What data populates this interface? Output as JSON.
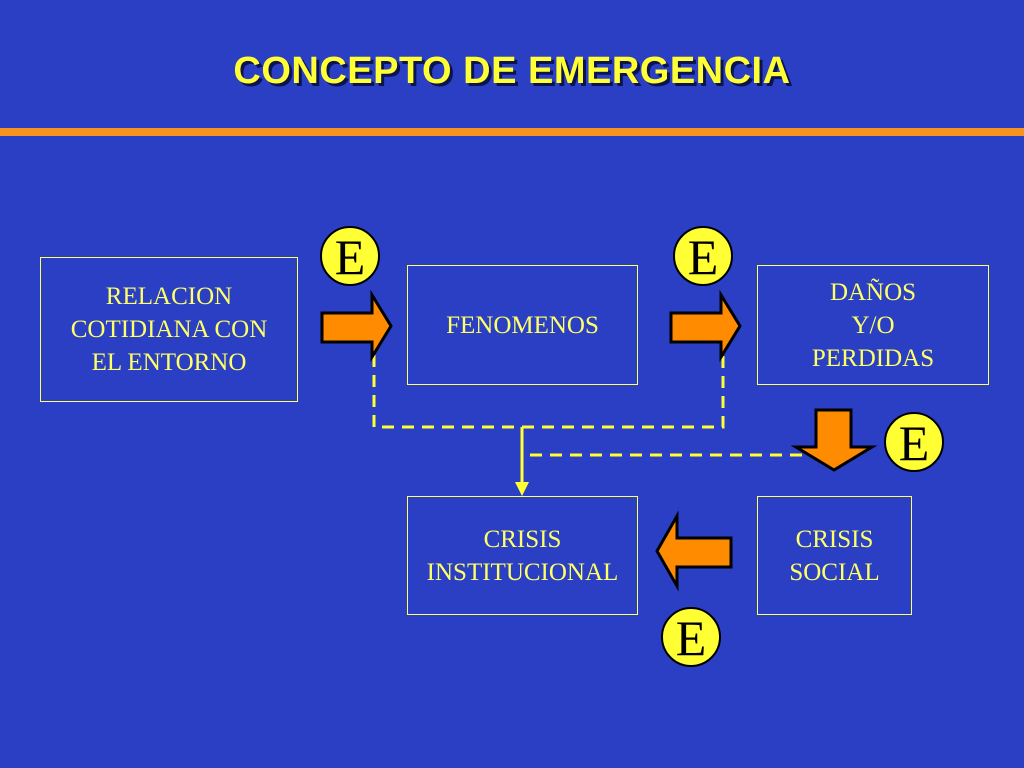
{
  "title": "CONCEPTO DE EMERGENCIA",
  "boxes": {
    "relacion": "RELACION\nCOTIDIANA CON\nEL ENTORNO",
    "fenomenos": "FENOMENOS",
    "danos": "DAÑOS\nY/O\nPERDIDAS",
    "crisis_institucional": "CRISIS\nINSTITUCIONAL",
    "crisis_social": "CRISIS\nSOCIAL"
  },
  "badge_label": "E",
  "colors": {
    "background": "#2a3fc4",
    "title": "#ffff33",
    "rule": "#f7931e",
    "box_text": "#ffff66",
    "arrow_fill": "#ff8c00",
    "badge_fill": "#ffff33"
  }
}
